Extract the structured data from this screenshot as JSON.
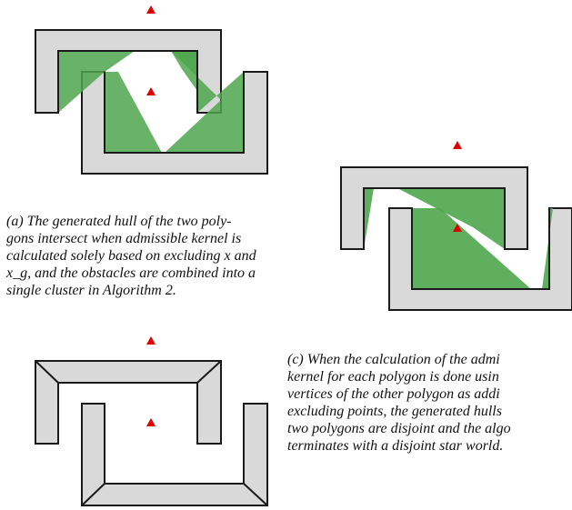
{
  "captions": {
    "a": {
      "lines": [
        "(a) The generated hull of the two poly-",
        "gons intersect when admissible kernel is",
        "calculated solely based on excluding x and",
        "x_g, and the obstacles are combined into a",
        "single cluster in Algorithm 2."
      ]
    },
    "c": {
      "lines": [
        "(c) When the calculation of the admi",
        "kernel for each polygon is done usin",
        "vertices of the other polygon as addi",
        "excluding points, the generated hulls",
        "two polygons are disjoint and the algo",
        "terminates with a disjoint star world."
      ]
    }
  },
  "colors": {
    "obstacle_fill": "#d9d9d9",
    "obstacle_stroke": "#1a1a1a",
    "hull_fill": "#4ea64e",
    "marker": "#e00000"
  }
}
